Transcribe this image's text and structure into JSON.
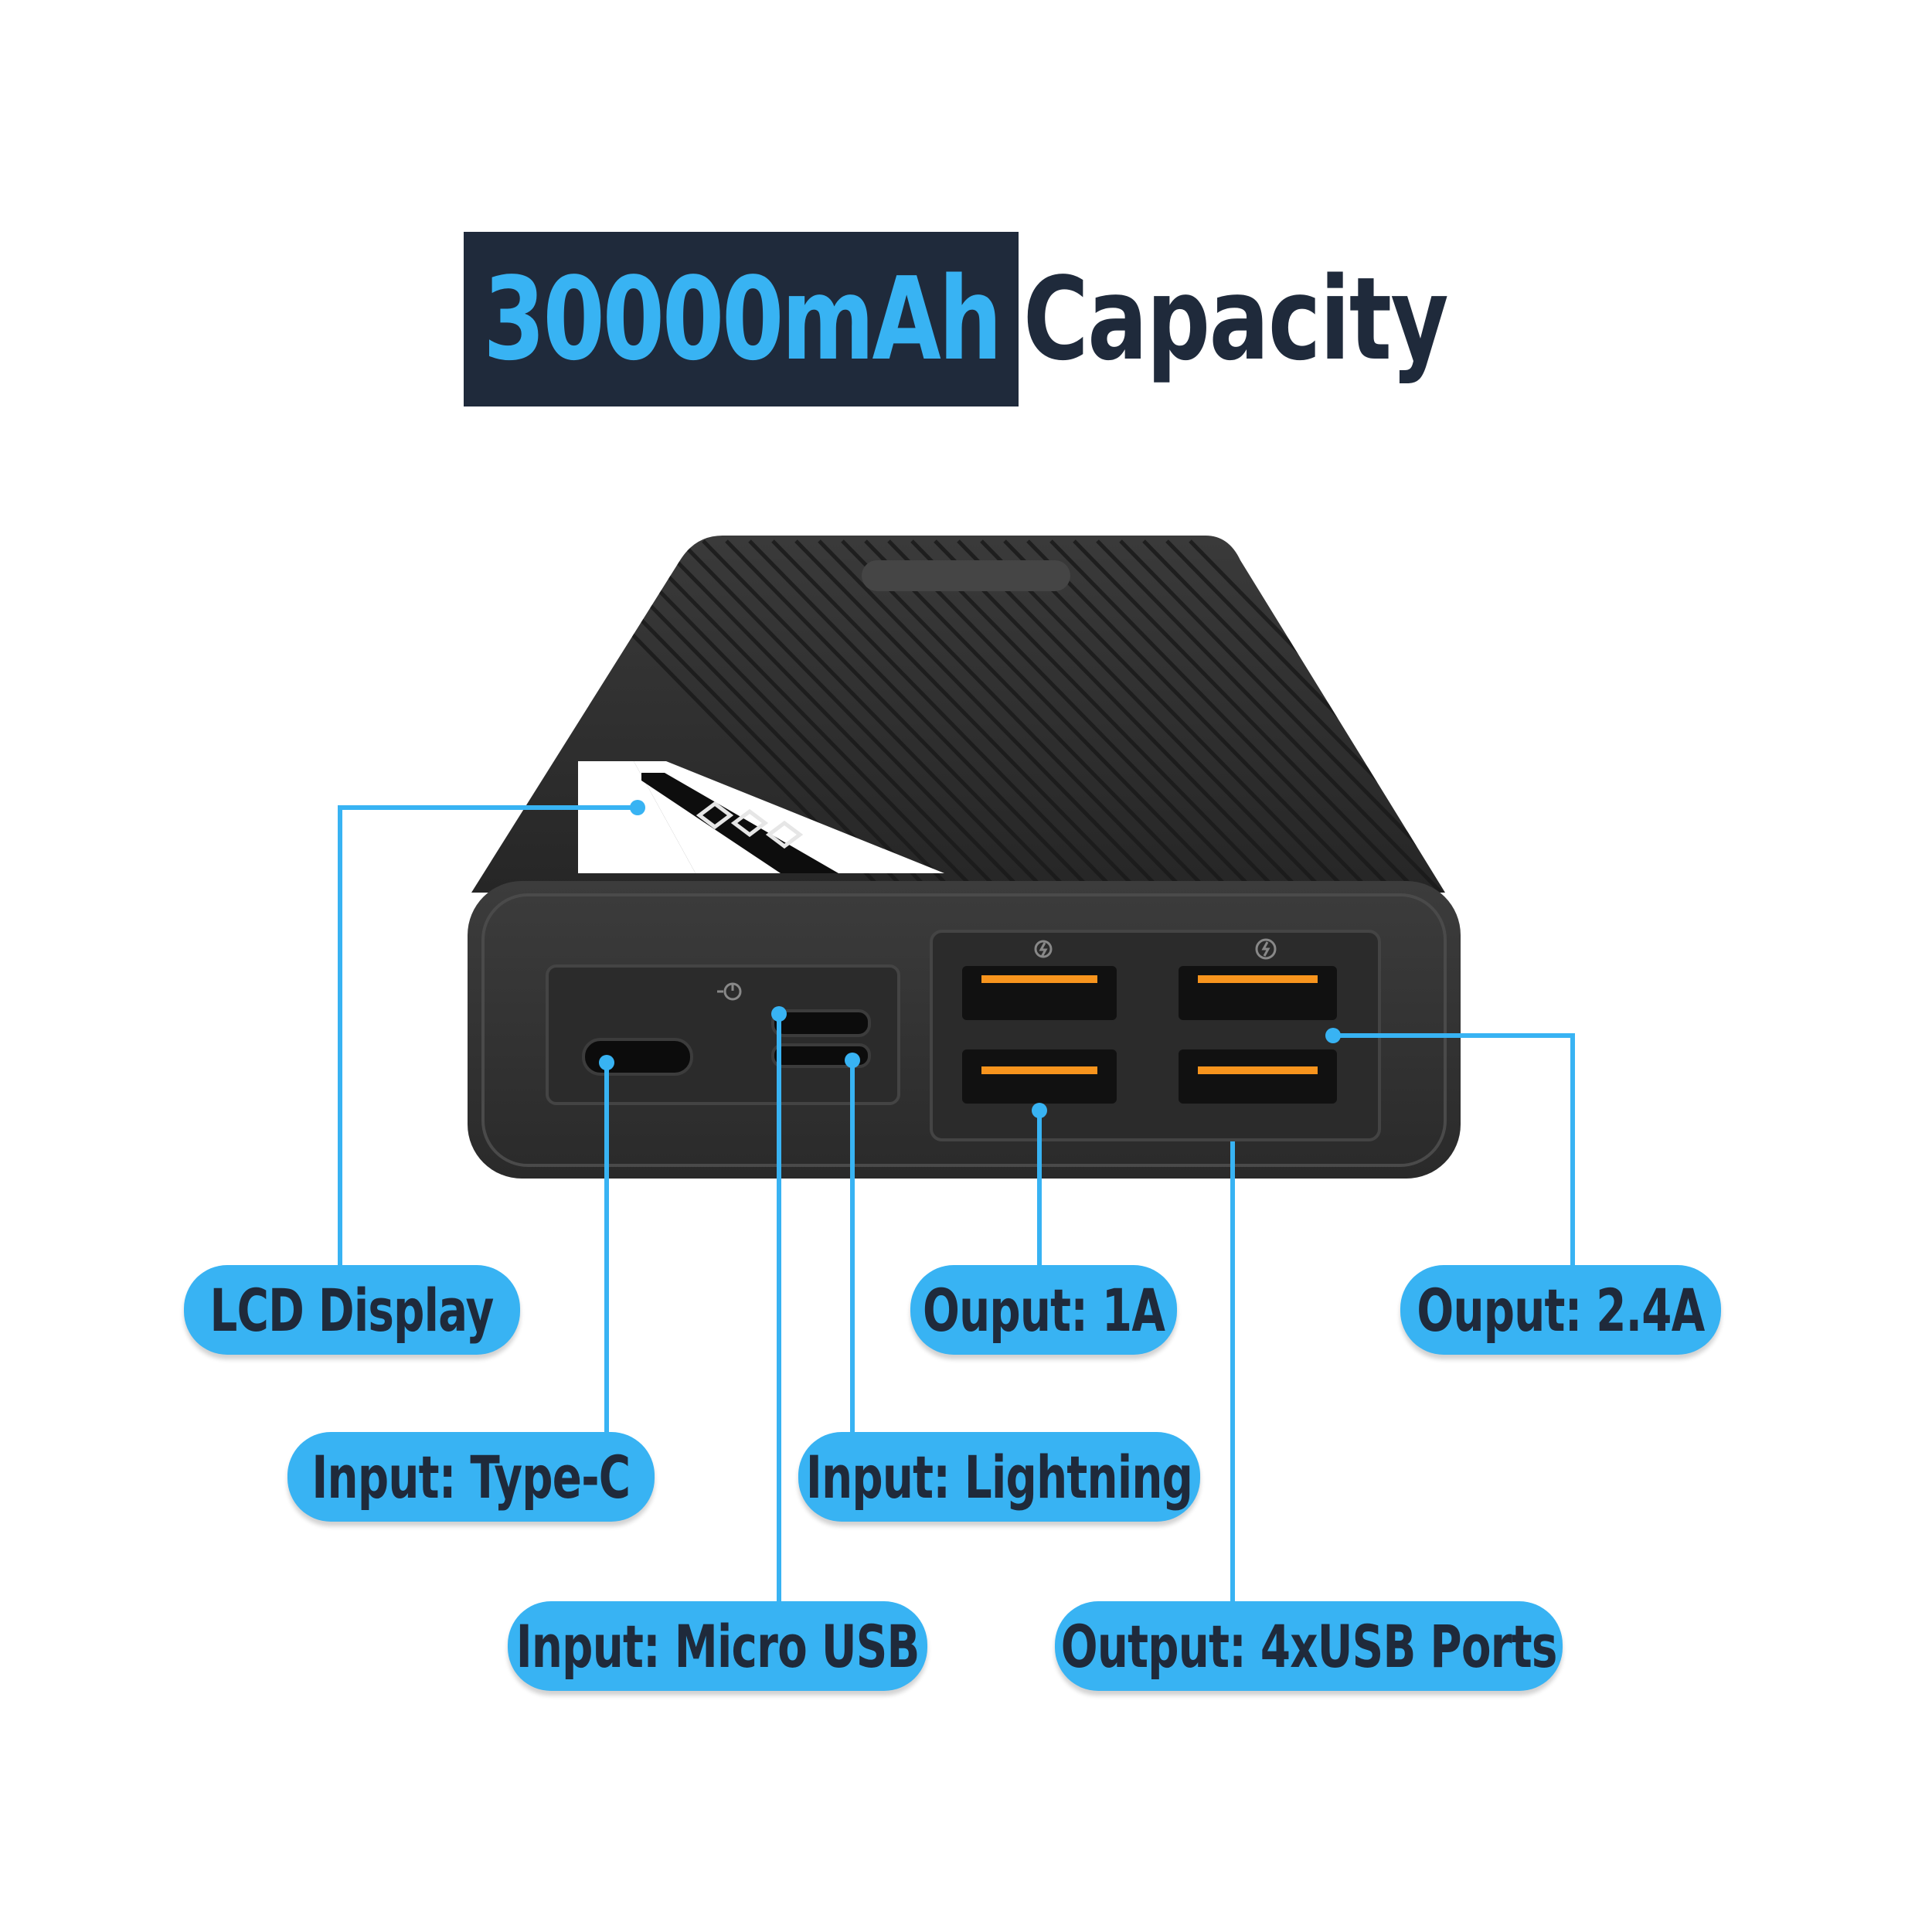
{
  "title": {
    "highlight": "30000mAh",
    "rest": "Capacity"
  },
  "colors": {
    "accent": "#38b3f3",
    "dark": "#1f2a3b",
    "port_orange": "#f7941d",
    "device_body": "#2f2f2f"
  },
  "labels": {
    "lcd_display": "LCD Display",
    "input_type_c": "Input: Type-C",
    "input_micro_usb": "Input: Micro USB",
    "input_lightning": "Input: Lightning",
    "output_1a": "Ouput: 1A",
    "output_2_4a": "Ouput: 2.4A",
    "output_4x_usb": "Output: 4xUSB Ports"
  },
  "icons": [
    "power-bank-illustration",
    "lcd-digits-icon",
    "power-icon",
    "bolt-icon",
    "fast-charge-icon"
  ]
}
